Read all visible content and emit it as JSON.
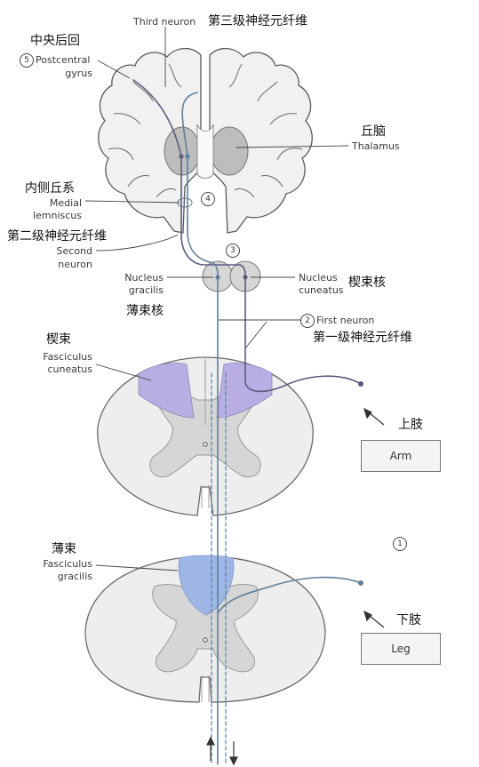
{
  "labels": {
    "third_neuron_en": "Third neuron",
    "third_neuron_zh": "第三级神经元纤维",
    "postcentral_zh": "中央后回",
    "postcentral_num": "5",
    "postcentral_en1": "Postcentral",
    "postcentral_en2": "gyrus",
    "thalamus_zh": "丘脑",
    "thalamus_en": "Thalamus",
    "medial_lemniscus_zh": "内侧丘系",
    "medial_lemniscus_num": "4",
    "medial_lemniscus_en1": "Medial",
    "medial_lemniscus_en2": "lemniscus",
    "second_neuron_zh": "第二级神经元纤维",
    "second_neuron_num": "3",
    "second_neuron_en1": "Second",
    "second_neuron_en2": "neuron",
    "nucleus_gracilis_en1": "Nucleus",
    "nucleus_gracilis_en2": "gracilis",
    "nucleus_gracilis_zh": "薄束核",
    "nucleus_cuneatus_en1": "Nucleus",
    "nucleus_cuneatus_en2": "cuneatus",
    "nucleus_cuneatus_zh": "楔束核",
    "first_neuron_num": "2",
    "first_neuron_en": "First neuron",
    "first_neuron_zh": "第一级神经元纤维",
    "fasciculus_cuneatus_zh": "楔束",
    "fasciculus_cuneatus_en1": "Fasciculus",
    "fasciculus_cuneatus_en2": "cuneatus",
    "upper_limb_zh": "上肢",
    "arm_box": "Arm",
    "receptor_num": "1",
    "fasciculus_gracilis_zh": "薄束",
    "fasciculus_gracilis_en1": "Fasciculus",
    "fasciculus_gracilis_en2": "gracilis",
    "lower_limb_zh": "下肢",
    "leg_box": "Leg"
  },
  "colors": {
    "cuneatus_fill": "#b9aee4",
    "gracilis_fill": "#9db6e6",
    "gray_matter": "#d6d6d6",
    "brain_fill": "#f1f1f1",
    "thalamus_fill": "#bdbdbd",
    "pathway_line": "#5f7f9a",
    "cuneate_line": "#5c5a80"
  }
}
